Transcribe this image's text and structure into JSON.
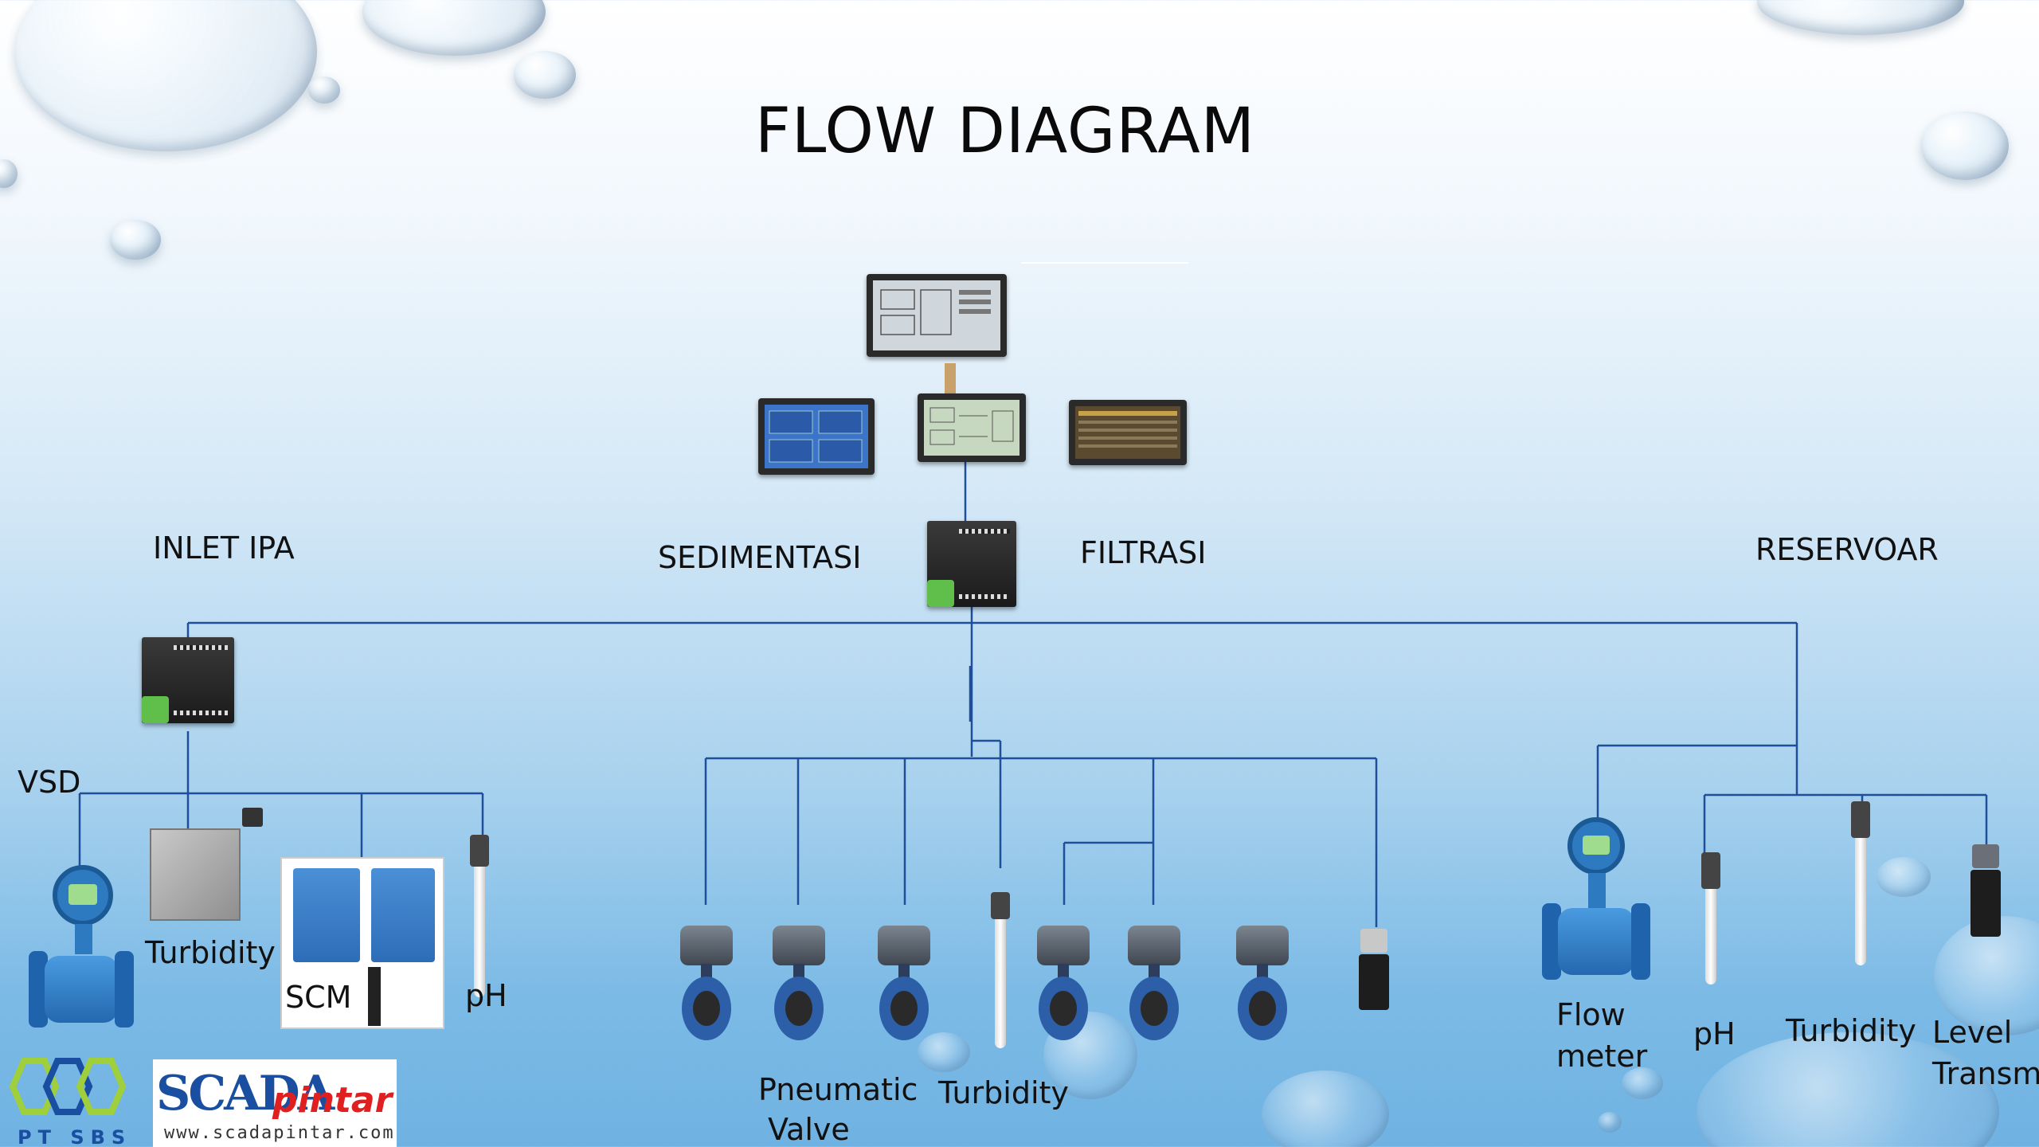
{
  "title": "FLOW DIAGRAM",
  "sections": {
    "inlet": "INLET IPA",
    "sedimentasi": "SEDIMENTASI",
    "filtrasi": "FILTRASI",
    "reservoar": "RESERVOAR"
  },
  "labels": {
    "vsd": "VSD",
    "inlet_turbidity": "Turbidity",
    "scm": "SCM",
    "inlet_ph": "pH",
    "pneumatic_line1": "Pneumatic",
    "pneumatic_line2": "Valve",
    "mid_turbidity": "Turbidity",
    "flow_line1": "Flow",
    "flow_line2": "meter",
    "res_ph": "pH",
    "res_turbidity": "Turbidity",
    "level_line1": "Level",
    "level_line2": "Transmit"
  },
  "logos": {
    "sbs": "PT SBS",
    "scada_a": "SCADA",
    "scada_b": "pintar",
    "scada_url": "www.scadapintar.com"
  },
  "colors": {
    "line": "#1f4f9a",
    "background_top": "#ffffff",
    "background_bottom": "#6fb2e2"
  },
  "icons": [
    "hmi-monitor-icon",
    "plc-icon",
    "butterfly-valve-icon",
    "ph-probe-icon",
    "flow-meter-icon",
    "level-transmitter-icon"
  ]
}
